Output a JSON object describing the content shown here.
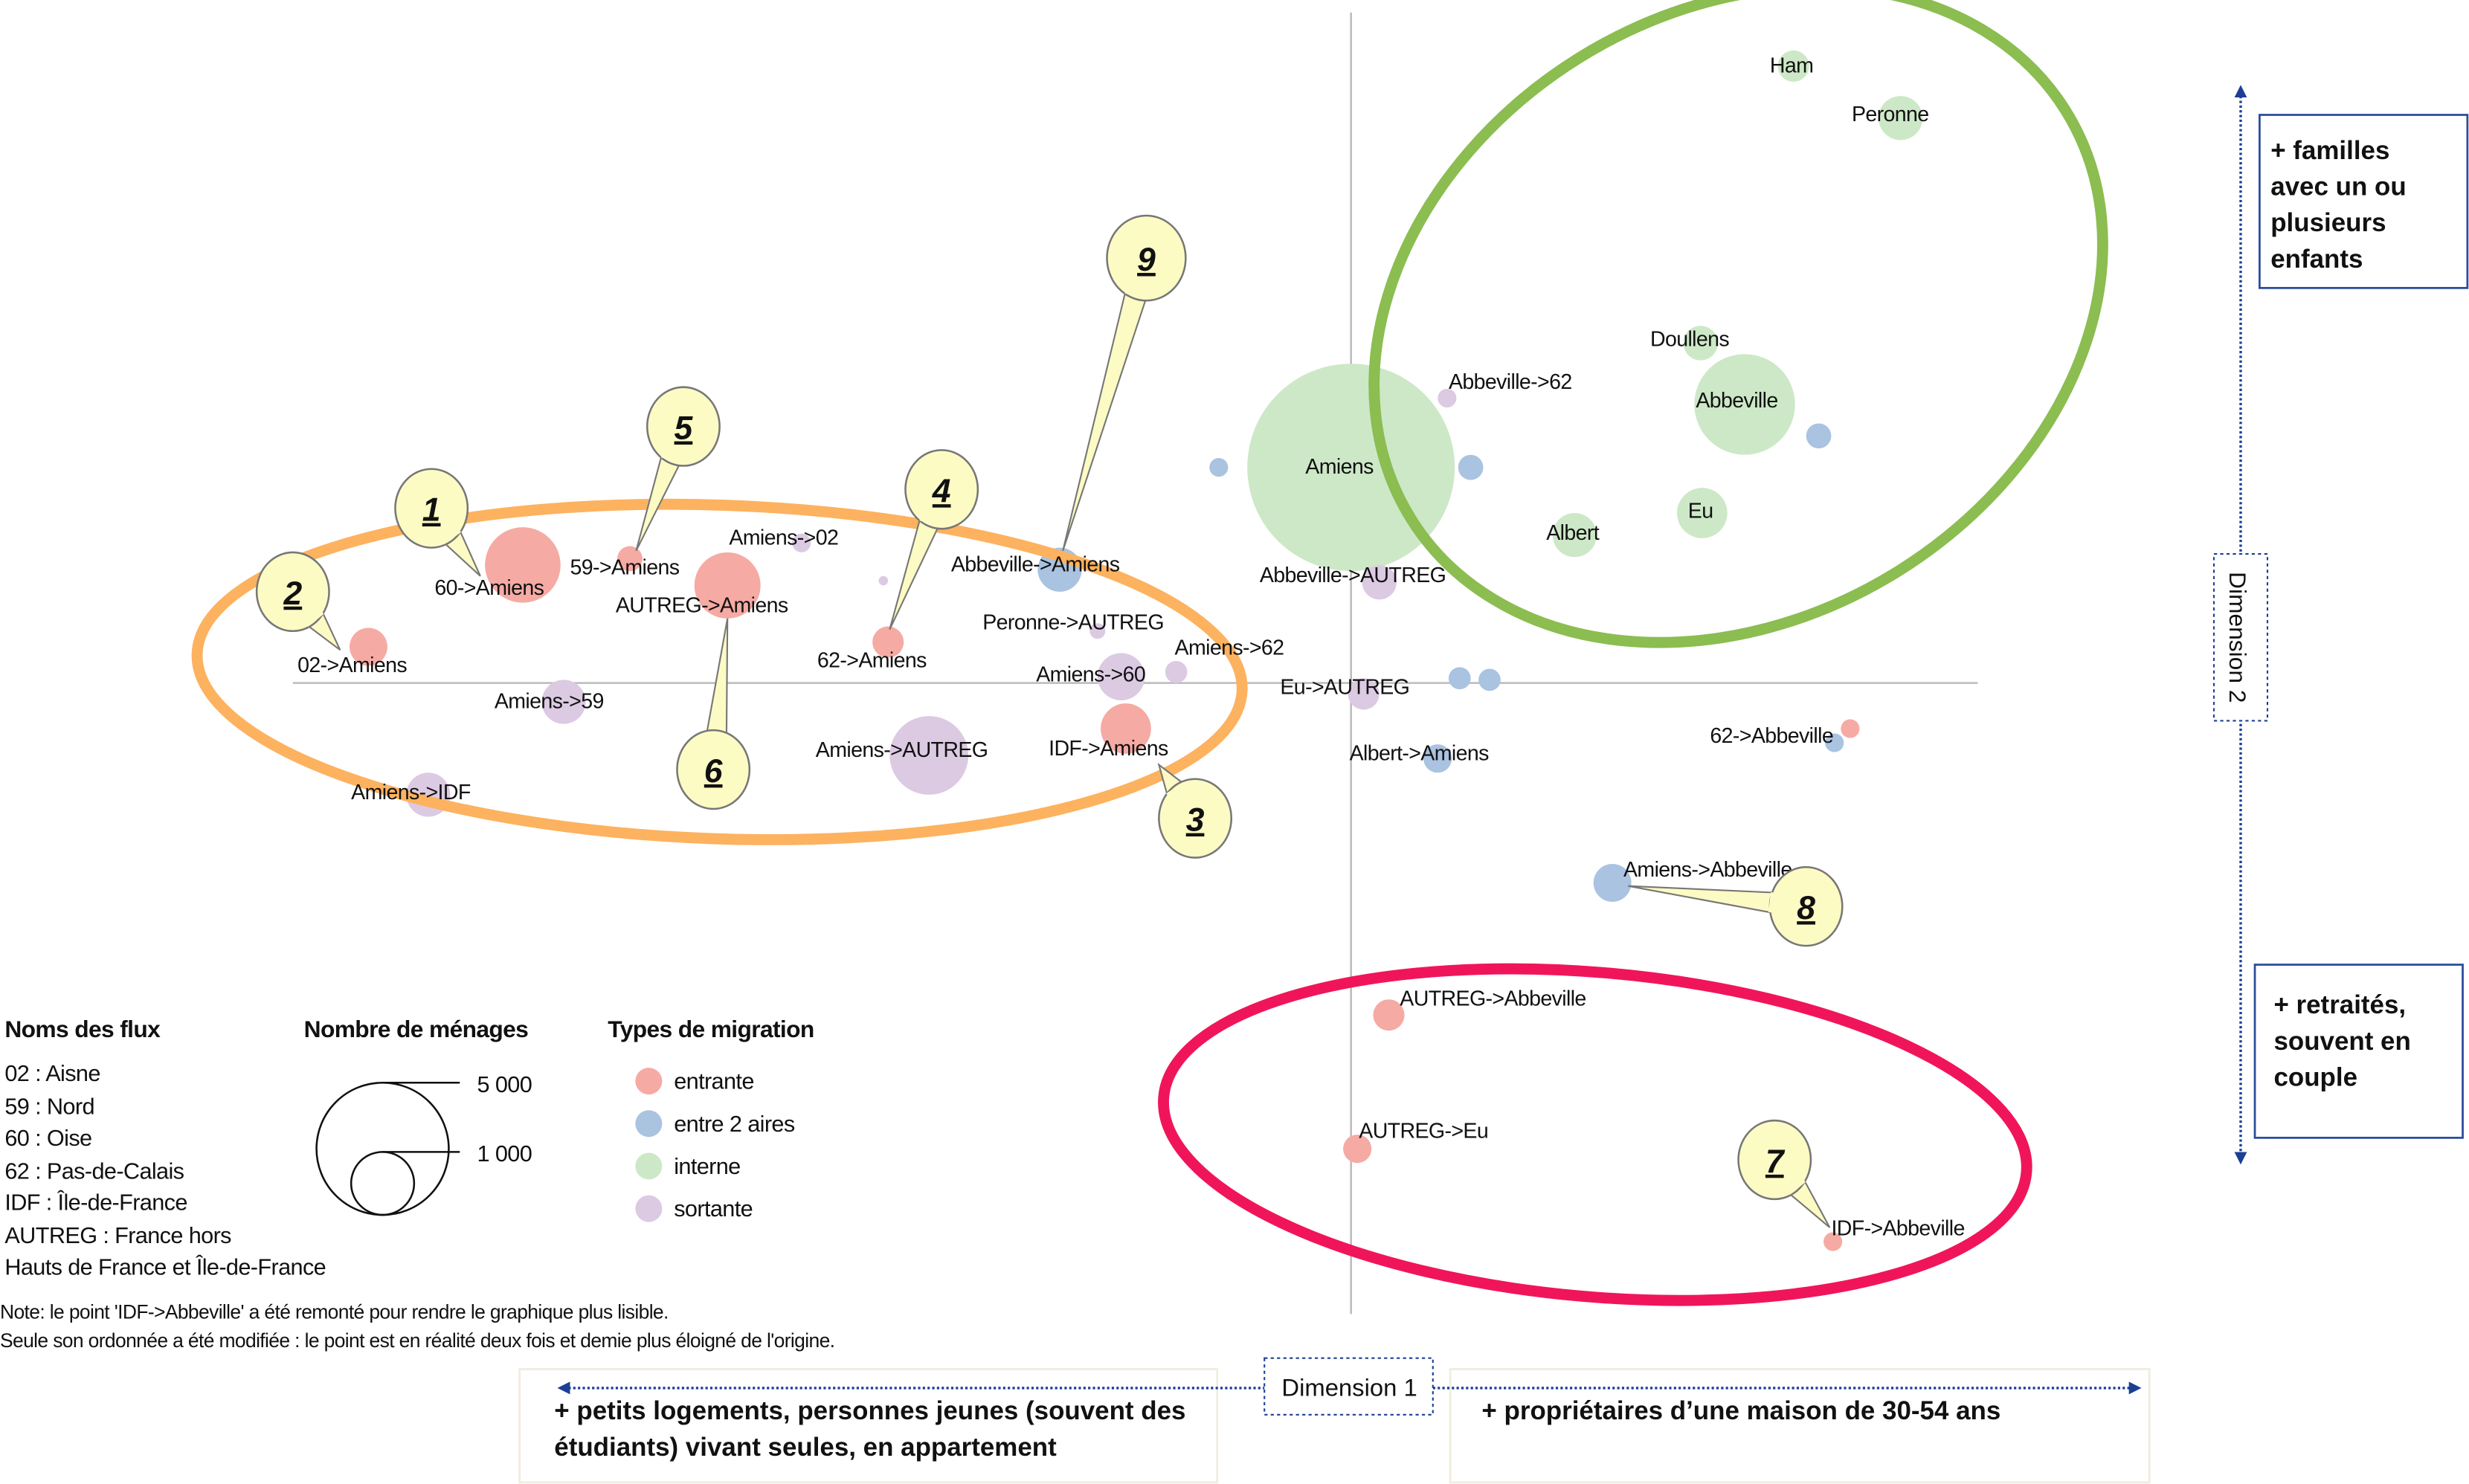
{
  "chart_data": {
    "type": "scatter",
    "subtype": "bubble",
    "xlabel": "Dimension 1",
    "ylabel": "Dimension 2",
    "grid": false,
    "legend_placement": "bottom-left",
    "size_legend": {
      "title": "Nombre de ménages",
      "values": [
        5000,
        1000
      ],
      "labels": [
        "5 000",
        "1 000"
      ]
    },
    "type_legend": {
      "title": "Types de migration",
      "items": [
        {
          "key": "entrante",
          "label": "entrante",
          "color": "#f6aaa4"
        },
        {
          "key": "entre",
          "label": "entre 2 aires",
          "color": "#a9c3e1"
        },
        {
          "key": "interne",
          "label": "interne",
          "color": "#cde8c7"
        },
        {
          "key": "sortante",
          "label": "sortante",
          "color": "#dccae3"
        }
      ]
    },
    "points": [
      {
        "name": "Ham",
        "type": "interne",
        "dim1": 2.81,
        "dim2": 3.92,
        "households": 280
      },
      {
        "name": "Peronne",
        "type": "interne",
        "dim1": 3.49,
        "dim2": 3.59,
        "households": 555
      },
      {
        "name": "Doullens",
        "type": "interne",
        "dim1": 2.22,
        "dim2": 2.16,
        "households": 340
      },
      {
        "name": "Abbeville",
        "type": "interne",
        "dim1": 2.5,
        "dim2": 1.77,
        "households": 2900
      },
      {
        "name": "Amiens",
        "type": "interne",
        "dim1": 0.0,
        "dim2": 1.37,
        "households": 12300
      },
      {
        "name": "Albert",
        "type": "interne",
        "dim1": 1.42,
        "dim2": 0.94,
        "households": 555
      },
      {
        "name": "Eu",
        "type": "interne",
        "dim1": 2.23,
        "dim2": 1.08,
        "households": 725
      },
      {
        "name": "Abbeville->62",
        "type": "sortante",
        "dim1": 0.61,
        "dim2": 1.81,
        "households": 100
      },
      {
        "name": "",
        "type": "entre",
        "dim1": -0.84,
        "dim2": 1.37,
        "households": 100
      },
      {
        "name": "",
        "type": "entre",
        "dim1": 0.76,
        "dim2": 1.37,
        "households": 180
      },
      {
        "name": "",
        "type": "entre",
        "dim1": 2.97,
        "dim2": 1.57,
        "households": 180
      },
      {
        "name": "Abbeville->AUTREG",
        "type": "sortante",
        "dim1": 0.18,
        "dim2": 0.64,
        "households": 340
      },
      {
        "name": "Eu->AUTREG",
        "type": "sortante",
        "dim1": 0.08,
        "dim2": -0.07,
        "households": 280
      },
      {
        "name": "",
        "type": "entre",
        "dim1": 0.69,
        "dim2": 0.03,
        "households": 140
      },
      {
        "name": "",
        "type": "entre",
        "dim1": 0.88,
        "dim2": 0.02,
        "households": 140
      },
      {
        "name": "Albert->Amiens",
        "type": "entre",
        "dim1": 0.55,
        "dim2": -0.48,
        "households": 230
      },
      {
        "name": "62->Abbeville",
        "type": "entrante",
        "dim1": 3.17,
        "dim2": -0.29,
        "households": 100
      },
      {
        "name": "",
        "type": "entre",
        "dim1": 3.07,
        "dim2": -0.38,
        "households": 100
      },
      {
        "name": "Amiens->Abbeville",
        "type": "entre",
        "dim1": 1.66,
        "dim2": -1.27,
        "households": 410
      },
      {
        "name": "AUTREG->Abbeville",
        "type": "entrante",
        "dim1": 0.24,
        "dim2": -2.11,
        "households": 280
      },
      {
        "name": "AUTREG->Eu",
        "type": "entrante",
        "dim1": 0.04,
        "dim2": -2.96,
        "households": 230
      },
      {
        "name": "IDF->Abbeville",
        "type": "entrante",
        "dim1": 3.06,
        "dim2": -3.55,
        "households": 100
      },
      {
        "name": "60->Amiens",
        "type": "entrante",
        "dim1": -5.26,
        "dim2": 0.75,
        "households": 1630
      },
      {
        "name": "59->Amiens",
        "type": "entrante",
        "dim1": -4.58,
        "dim2": 0.79,
        "households": 180
      },
      {
        "name": "AUTREG->Amiens",
        "type": "entrante",
        "dim1": -3.96,
        "dim2": 0.62,
        "households": 1250
      },
      {
        "name": "Amiens->02",
        "type": "sortante",
        "dim1": -3.49,
        "dim2": 0.89,
        "households": 100
      },
      {
        "name": "",
        "type": "sortante",
        "dim1": -2.97,
        "dim2": 0.65,
        "households": 25
      },
      {
        "name": "02->Amiens",
        "type": "entrante",
        "dim1": -6.24,
        "dim2": 0.23,
        "households": 410
      },
      {
        "name": "62->Amiens",
        "type": "entrante",
        "dim1": -2.94,
        "dim2": 0.26,
        "households": 280
      },
      {
        "name": "Abbeville->Amiens",
        "type": "entre",
        "dim1": -1.85,
        "dim2": 0.72,
        "households": 555
      },
      {
        "name": "Peronne->AUTREG",
        "type": "sortante",
        "dim1": -1.61,
        "dim2": 0.33,
        "households": 70
      },
      {
        "name": "Amiens->60",
        "type": "sortante",
        "dim1": -1.46,
        "dim2": 0.04,
        "households": 640
      },
      {
        "name": "Amiens->62",
        "type": "sortante",
        "dim1": -1.11,
        "dim2": 0.07,
        "households": 140
      },
      {
        "name": "Amiens->59",
        "type": "sortante",
        "dim1": -5.0,
        "dim2": -0.12,
        "households": 555
      },
      {
        "name": "Amiens->AUTREG",
        "type": "sortante",
        "dim1": -2.68,
        "dim2": -0.46,
        "households": 1770
      },
      {
        "name": "IDF->Amiens",
        "type": "entrante",
        "dim1": -1.43,
        "dim2": -0.29,
        "households": 725
      },
      {
        "name": "Amiens->IDF",
        "type": "sortante",
        "dim1": -5.86,
        "dim2": -0.71,
        "households": 555
      }
    ],
    "callouts": [
      "1",
      "2",
      "3",
      "4",
      "5",
      "6",
      "7",
      "8",
      "9"
    ],
    "groups": [
      {
        "name": "orange-group",
        "color": "#fdb25f"
      },
      {
        "name": "green-group",
        "color": "#8bbd51"
      },
      {
        "name": "red-group",
        "color": "#f0155b"
      }
    ]
  },
  "axes": {
    "dim1_label": "Dimension 1",
    "dim2_label": "Dimension 2",
    "axis_arrow_color": "#1c3f94",
    "dim2_pos_lines": [
      "+ familles",
      "avec un ou",
      "plusieurs",
      "enfants"
    ],
    "dim2_neg_lines": [
      "+ retraités,",
      "souvent en",
      "couple"
    ],
    "dim1_neg_lines": [
      "+ petits logements, personnes jeunes (souvent des",
      "étudiants) vivant seules, en appartement"
    ],
    "dim1_pos_lines": [
      "+ propriétaires d’une  maison de 30-54 ans"
    ]
  },
  "legend": {
    "flux_title": "Noms des flux",
    "flux_names": [
      "02 : Aisne",
      "59 : Nord",
      "60 : Oise",
      "62 : Pas-de-Calais",
      "IDF : Île-de-France",
      "AUTREG : France hors",
      "Hauts de France et Île-de-France"
    ]
  },
  "note": [
    "Note: le point 'IDF->Abbeville' a été remonté pour rendre le graphique plus lisible.",
    "Seule son ordonnée a été modifiée : le point est en réalité deux fois et demie plus éloigné de l'origine."
  ]
}
